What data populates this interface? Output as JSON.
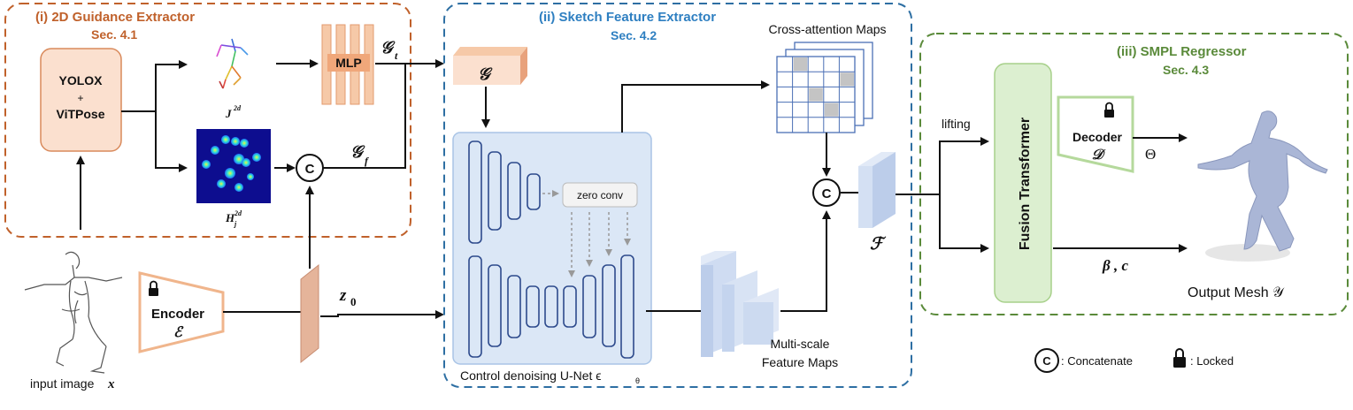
{
  "section1": {
    "title": "(i) 2D Guidance Extractor",
    "ref": "Sec. 4.1",
    "detector_line1": "YOLOX",
    "detector_plus": "+",
    "detector_line2": "ViTPose",
    "mlp_label": "MLP",
    "j2d_label": "J",
    "j2d_sup": "2d",
    "heatmap_label": "H",
    "heatmap_sub": "j",
    "heatmap_sup": "2d",
    "gt_label": "𝒢",
    "gt_sub": "t",
    "gf_label": "𝒢",
    "gf_sub": "f"
  },
  "section2": {
    "title": "(ii) Sketch Feature Extractor",
    "ref": "Sec. 4.2",
    "g_label": "𝒢",
    "zero_conv": "zero conv",
    "unet_label": "Control denoising U-Net ϵ",
    "unet_sub": "θ",
    "cross_attention": "Cross-attention Maps",
    "multiscale_line1": "Multi-scale",
    "multiscale_line2": "Feature Maps",
    "f_label": "ℱ"
  },
  "section3": {
    "title": "(iii) SMPL Regressor",
    "ref": "Sec. 4.3",
    "lifting": "lifting",
    "fusion": "Fusion Transformer",
    "decoder": "Decoder",
    "decoder_sym": "𝒟",
    "theta": "Θ",
    "beta_c": "β ,  c",
    "output_mesh": "Output Mesh 𝒴"
  },
  "input": {
    "caption": "input image ",
    "caption_var": "x",
    "encoder": "Encoder",
    "encoder_sym": "ℰ",
    "z0": "z",
    "z0_sub": "0"
  },
  "legend": {
    "concat_symbol": "C",
    "concat_label": ": Concatenate",
    "locked_label": ": Locked"
  },
  "colors": {
    "orange_border": "#c0612b",
    "orange_fill": "#fbe3d4",
    "orange_title": "#c0612b",
    "blue_border": "#2e6fa3",
    "blue_title": "#2e7fc1",
    "blue_fill": "#dbe7f6",
    "green_border": "#5a8a3a",
    "green_title": "#5a8a3a",
    "green_fill": "#dcefd0"
  }
}
